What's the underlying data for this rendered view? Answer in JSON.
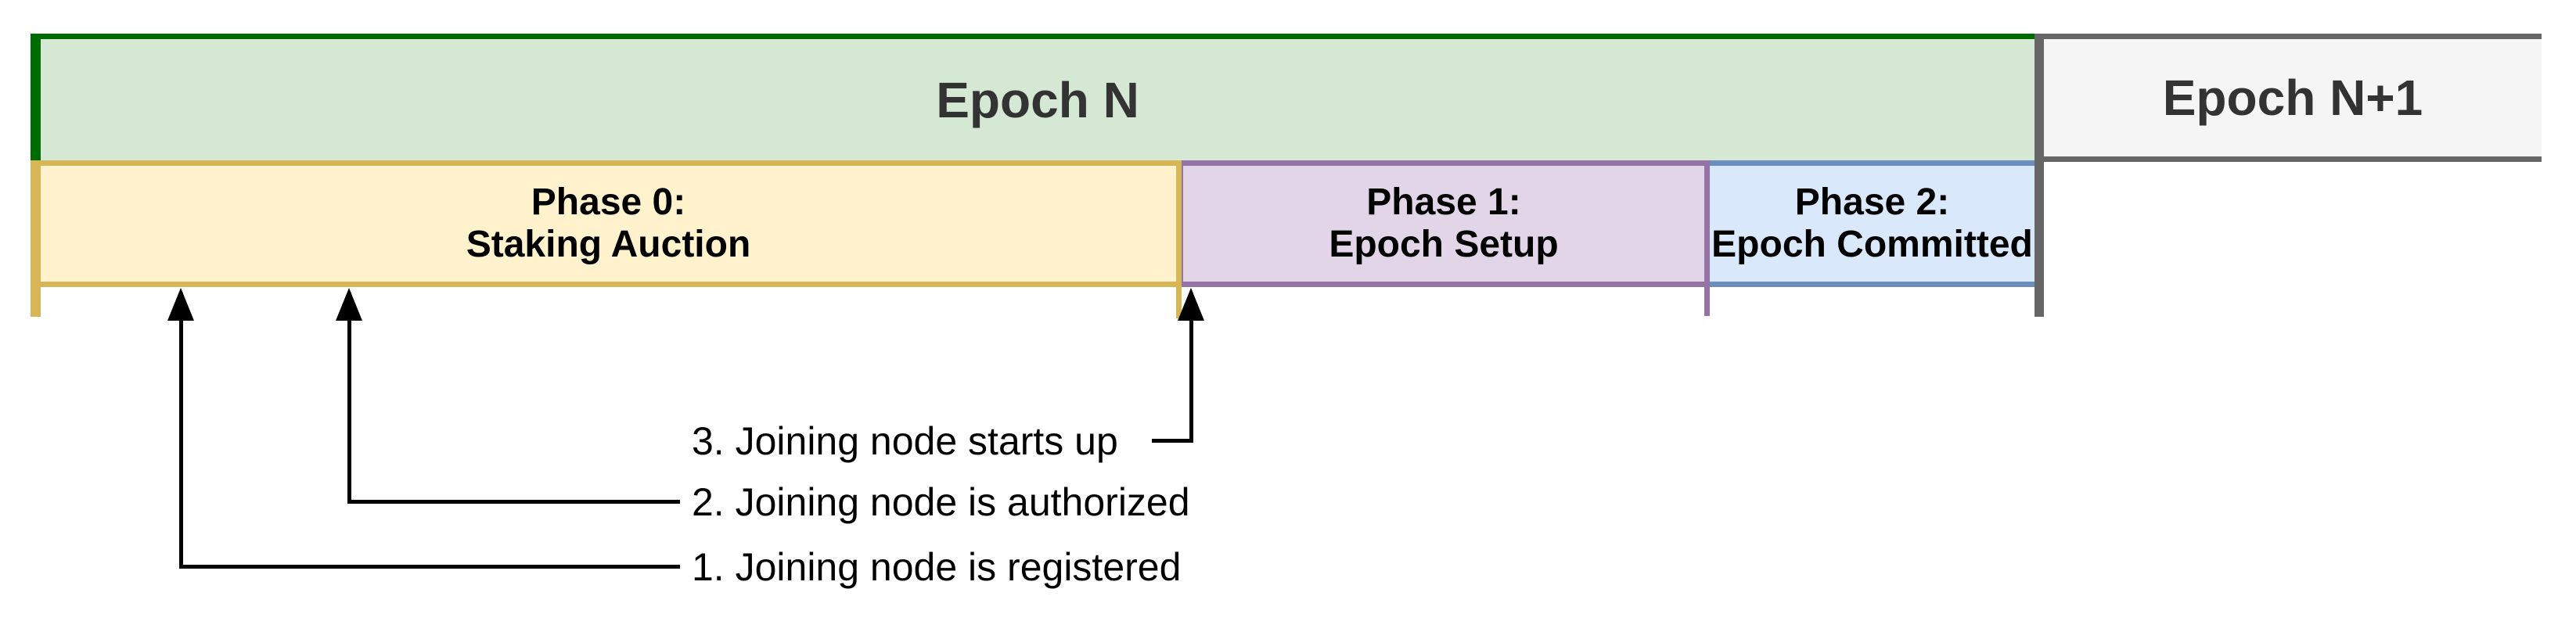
{
  "epochs": [
    {
      "label": "Epoch N",
      "fill": "#d5e8d4",
      "border": "#006b00",
      "text_color": "#333333"
    },
    {
      "label": "Epoch N+1",
      "fill": "#f5f5f5",
      "border": "#666666",
      "text_color": "#333333"
    }
  ],
  "phases": [
    {
      "label_line1": "Phase 0:",
      "label_line2": "Staking Auction",
      "fill": "#fff2cc",
      "border": "#d6b656"
    },
    {
      "label_line1": "Phase 1:",
      "label_line2": "Epoch Setup",
      "fill": "#e1d5e7",
      "border": "#9673a6"
    },
    {
      "label_line1": "Phase 2:",
      "label_line2": "Epoch Committed",
      "fill": "#dae8fc",
      "border": "#6c8ebf"
    }
  ],
  "annotations": [
    {
      "label": "1. Joining node is registered"
    },
    {
      "label": "2. Joining node is authorized"
    },
    {
      "label": "3. Joining node starts up"
    }
  ],
  "arrow_color": "#000000",
  "background_color": "#ffffff"
}
